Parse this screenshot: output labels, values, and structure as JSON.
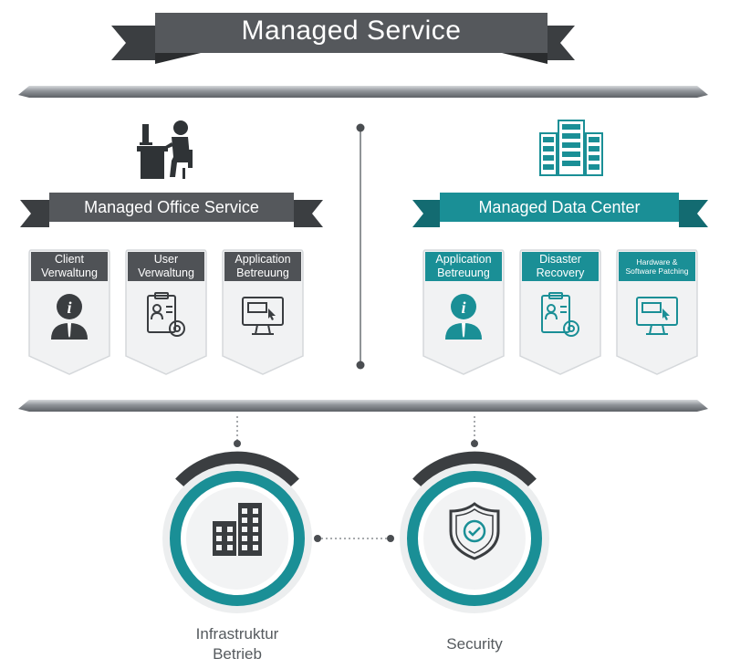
{
  "title": "Managed Service",
  "sections": {
    "office": {
      "label": "Managed Office Service",
      "cards": [
        {
          "line1": "Client",
          "line2": "Verwaltung",
          "icon": "info-person-icon"
        },
        {
          "line1": "User",
          "line2": "Verwaltung",
          "icon": "clipboard-gear-icon"
        },
        {
          "line1": "Application",
          "line2": "Betreuung",
          "icon": "monitor-cursor-icon"
        }
      ]
    },
    "datacenter": {
      "label": "Managed Data Center",
      "cards": [
        {
          "line1": "Application",
          "line2": "Betreuung",
          "icon": "info-person-icon"
        },
        {
          "line1": "Disaster",
          "line2": "Recovery",
          "icon": "clipboard-gear-icon"
        },
        {
          "line1": "Hardware &",
          "line2": "Software Patching",
          "icon": "monitor-cursor-icon"
        }
      ]
    }
  },
  "bottom": {
    "infra": {
      "line1": "Infrastruktur",
      "line2": "Betrieb",
      "icon": "buildings-icon"
    },
    "security": {
      "label": "Security",
      "icon": "shield-check-icon"
    }
  },
  "colors": {
    "gray": "#4f5256",
    "teal": "#1a8f96",
    "light_gray": "#e4e6e8"
  }
}
